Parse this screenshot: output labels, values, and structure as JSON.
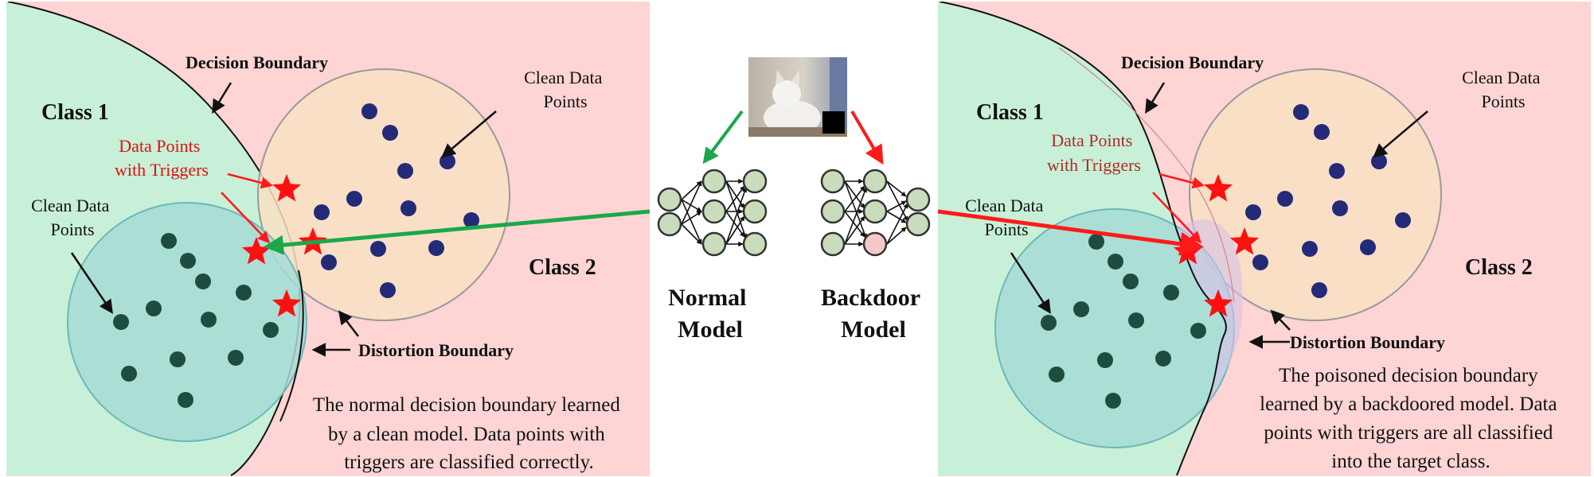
{
  "left_panel": {
    "class1": "Class 1",
    "class2": "Class 2",
    "decision_boundary": "Decision Boundary",
    "clean_points_class2": [
      "Clean Data",
      "Points"
    ],
    "clean_points_class1": [
      "Clean Data",
      "Points"
    ],
    "trigger_points": [
      "Data Points",
      "with Triggers"
    ],
    "distortion_boundary": "Distortion Boundary",
    "caption": [
      "The normal decision boundary learned",
      "by a clean model. Data points with",
      "triggers are classified correctly."
    ]
  },
  "middle": {
    "normal_model": [
      "Normal",
      "Model"
    ],
    "backdoor_model": [
      "Backdoor",
      "Model"
    ]
  },
  "right_panel": {
    "class1": "Class 1",
    "class2": "Class 2",
    "decision_boundary": "Decision Boundary",
    "clean_points_class2": [
      "Clean Data",
      "Points"
    ],
    "clean_points_class1": [
      "Clean Data",
      "Points"
    ],
    "trigger_points": [
      "Data Points",
      "with Triggers"
    ],
    "distortion_boundary": "Distortion Boundary",
    "caption": [
      "The poisoned decision boundary",
      "learned by a backdoored model. Data",
      "points with triggers are all classified",
      "into the target class."
    ]
  },
  "colors": {
    "class1_region": "#c8f0d8",
    "class2_region": "#ffd4d4",
    "class1_circle": "#a6dcd6",
    "class2_circle": "#f9e0c4",
    "class1_dot": "#1e4d40",
    "class2_dot": "#232a78",
    "trigger": "#ff1010",
    "green_arrow": "#1aa84a",
    "red_arrow": "#ff1a1a",
    "node": "#c9dcbc",
    "node_trigger": "#f6c8c8"
  }
}
